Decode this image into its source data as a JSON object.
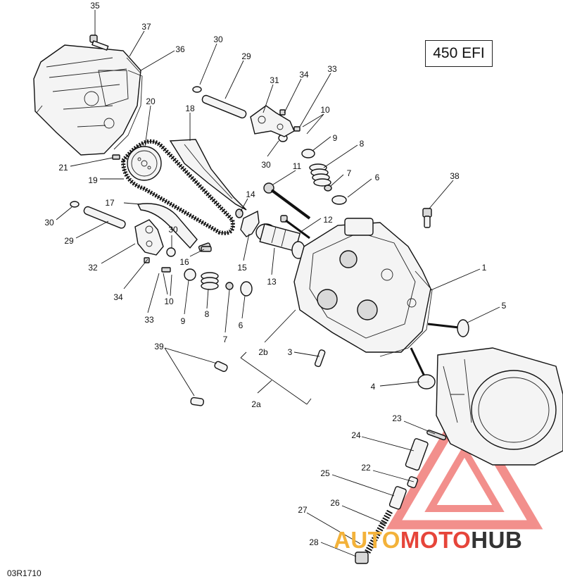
{
  "diagram": {
    "model_label": "450 EFI",
    "reference_code": "03R1710",
    "callouts": [
      {
        "id": "c35",
        "label": "35"
      },
      {
        "id": "c37",
        "label": "37"
      },
      {
        "id": "c36",
        "label": "36"
      },
      {
        "id": "c30a",
        "label": "30"
      },
      {
        "id": "c29a",
        "label": "29"
      },
      {
        "id": "c31",
        "label": "31"
      },
      {
        "id": "c34a",
        "label": "34"
      },
      {
        "id": "c33a",
        "label": "33"
      },
      {
        "id": "c10a",
        "label": "10"
      },
      {
        "id": "c9a",
        "label": "9"
      },
      {
        "id": "c8a",
        "label": "8"
      },
      {
        "id": "c20",
        "label": "20"
      },
      {
        "id": "c18",
        "label": "18"
      },
      {
        "id": "c30b",
        "label": "30"
      },
      {
        "id": "c11",
        "label": "11"
      },
      {
        "id": "c7a",
        "label": "7"
      },
      {
        "id": "c6a",
        "label": "6"
      },
      {
        "id": "c38",
        "label": "38"
      },
      {
        "id": "c21",
        "label": "21"
      },
      {
        "id": "c19",
        "label": "19"
      },
      {
        "id": "c14",
        "label": "14"
      },
      {
        "id": "c17",
        "label": "17"
      },
      {
        "id": "c30c",
        "label": "30"
      },
      {
        "id": "c12",
        "label": "12"
      },
      {
        "id": "c29b",
        "label": "29"
      },
      {
        "id": "c30d",
        "label": "30"
      },
      {
        "id": "c16",
        "label": "16"
      },
      {
        "id": "c15",
        "label": "15"
      },
      {
        "id": "c13",
        "label": "13"
      },
      {
        "id": "c32",
        "label": "32"
      },
      {
        "id": "c1",
        "label": "1"
      },
      {
        "id": "c34b",
        "label": "34"
      },
      {
        "id": "c10b",
        "label": "10"
      },
      {
        "id": "c33b",
        "label": "33"
      },
      {
        "id": "c9b",
        "label": "9"
      },
      {
        "id": "c8b",
        "label": "8"
      },
      {
        "id": "c7b",
        "label": "7"
      },
      {
        "id": "c6b",
        "label": "6"
      },
      {
        "id": "c5",
        "label": "5"
      },
      {
        "id": "c2b",
        "label": "2b"
      },
      {
        "id": "c39",
        "label": "39"
      },
      {
        "id": "c3",
        "label": "3"
      },
      {
        "id": "c4",
        "label": "4"
      },
      {
        "id": "c2a",
        "label": "2a"
      },
      {
        "id": "c23",
        "label": "23"
      },
      {
        "id": "c24",
        "label": "24"
      },
      {
        "id": "c22",
        "label": "22"
      },
      {
        "id": "c25",
        "label": "25"
      },
      {
        "id": "c26",
        "label": "26"
      },
      {
        "id": "c27",
        "label": "27"
      },
      {
        "id": "c28",
        "label": "28"
      }
    ]
  },
  "watermark": {
    "word_parts": [
      "AUTO",
      "MOTO",
      "HUB"
    ],
    "colors": {
      "auto": "#f3b23a",
      "moto": "#e6453a",
      "hub": "#333333",
      "triangle": "#e8352f"
    }
  }
}
